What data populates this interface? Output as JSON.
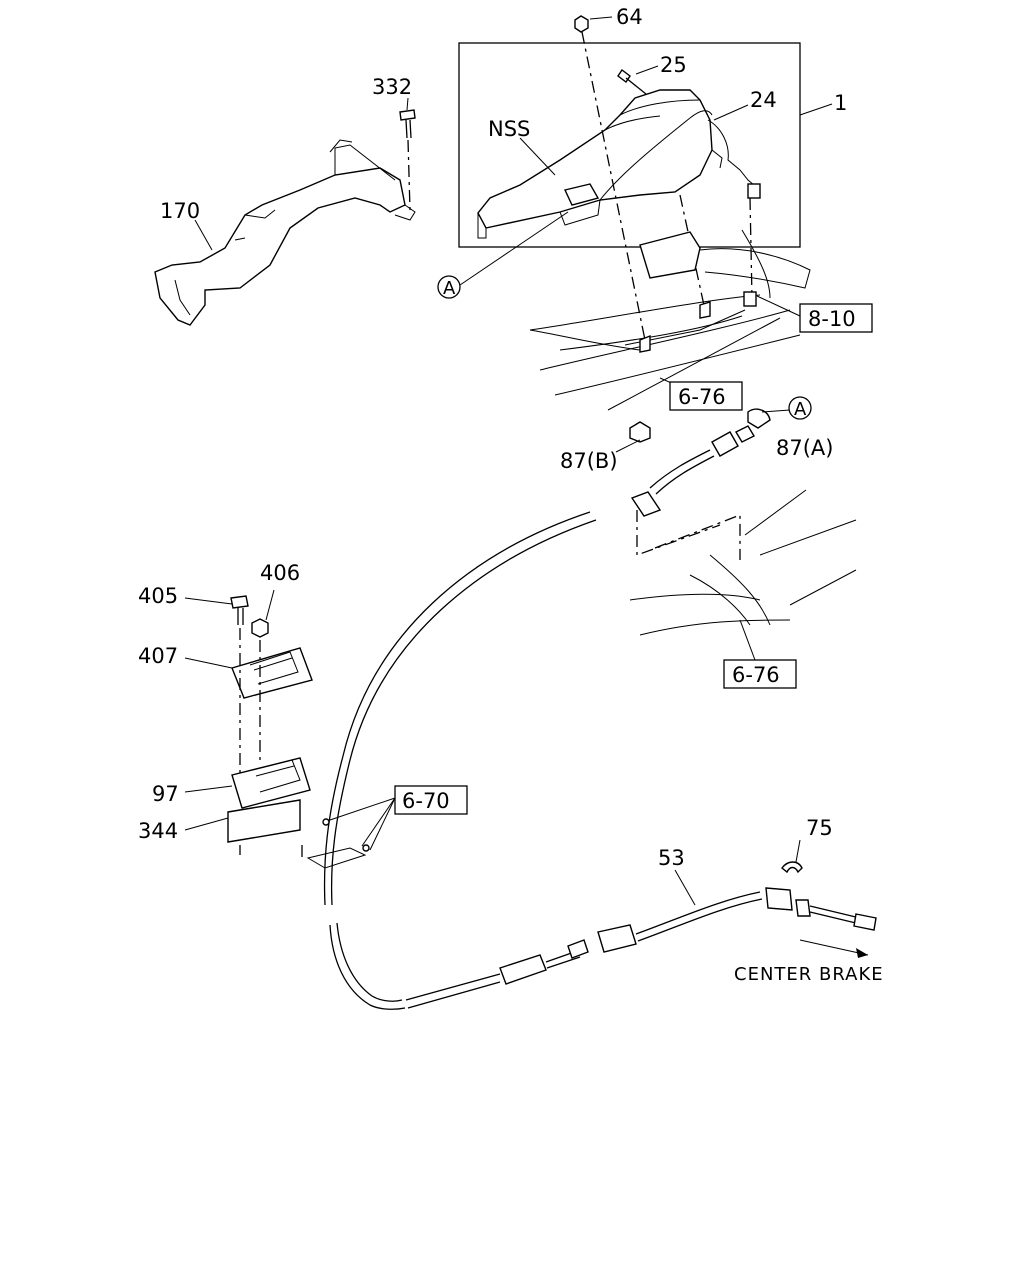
{
  "labels": {
    "p64": "64",
    "p25": "25",
    "p24": "24",
    "p1": "1",
    "p332": "332",
    "nss": "NSS",
    "p170": "170",
    "circle_a_top": "A",
    "ref_8_10": "8-10",
    "ref_6_76_top": "6-76",
    "circle_a_right": "A",
    "p87a": "87(A)",
    "p87b": "87(B)",
    "p405": "405",
    "p406": "406",
    "p407": "407",
    "ref_6_76_mid": "6-76",
    "p97": "97",
    "ref_6_70": "6-70",
    "p344": "344",
    "p75": "75",
    "p53": "53",
    "center_brake": "CENTER BRAKE"
  }
}
